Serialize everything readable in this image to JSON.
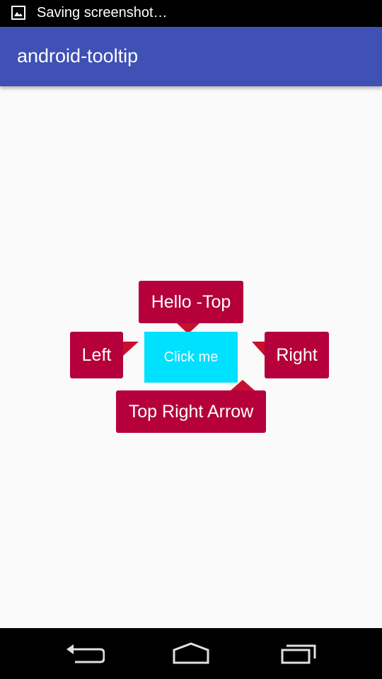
{
  "status_bar": {
    "notification_icon": "image-icon",
    "text": "Saving screenshot…"
  },
  "app_bar": {
    "title": "android-tooltip",
    "color": "#3f51b5"
  },
  "main": {
    "button_label": "Click me",
    "button_color": "#00e0ff",
    "tooltips": {
      "top": "Hello  -Top",
      "left": "Left",
      "right": "Right",
      "bottom": "Top Right Arrow"
    },
    "tooltip_color": "#b5003c",
    "arrow_color": "#c8102e"
  },
  "nav_bar": {
    "back_icon": "back-icon",
    "home_icon": "home-icon",
    "recents_icon": "recents-icon"
  }
}
